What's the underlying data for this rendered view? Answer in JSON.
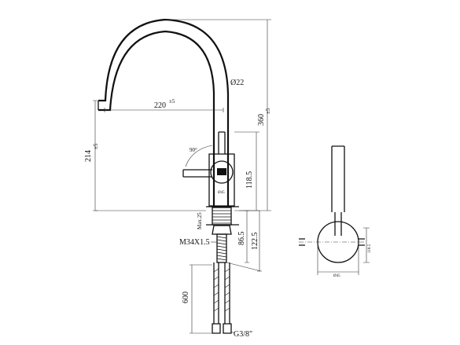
{
  "side_view": {
    "dims": {
      "diameter": "Ø22",
      "reach": "220",
      "reach_tol": "±5",
      "height_total": "360",
      "height_total_tol": "±5",
      "spout_height": "214",
      "spout_height_tol": "±5",
      "lever_angle": "90°",
      "body_height": "118.5",
      "body_dia": "Ø45",
      "max_thickness": "Max.25",
      "shank_len": "86.5",
      "shank_total": "122.5",
      "thread": "M34X1.5",
      "hose_len": "600",
      "connector": "G3/8\""
    }
  },
  "front_view": {
    "dims": {
      "width": "Ø45",
      "height": "118.5"
    }
  }
}
